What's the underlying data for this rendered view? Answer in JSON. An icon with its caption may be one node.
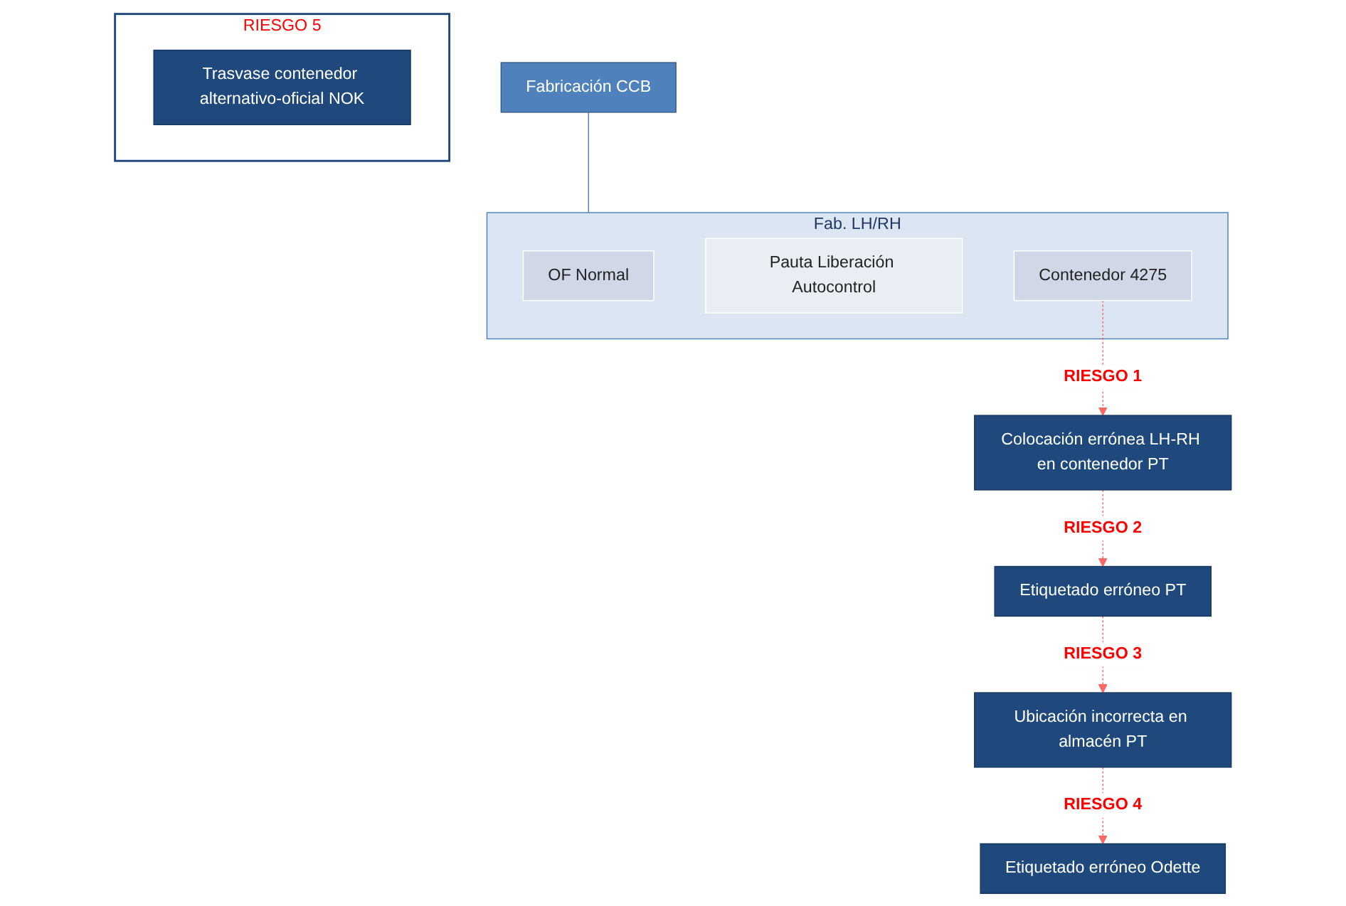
{
  "diagram": {
    "nodes": [
      {
        "text": [
          "Fabricación CCB"
        ]
      },
      {
        "text": [
          "Fab. LH/RH"
        ]
      },
      {
        "text": [
          "OF Normal"
        ],
        "in": 1
      },
      {
        "text": [
          "Pauta Liberación Autocontrol"
        ],
        "in": 1
      },
      {
        "text": [
          "Contenedor 4275"
        ],
        "in": 1
      },
      {
        "text": [
          "Colocación errónea LH-RH en contenedor PT"
        ]
      },
      {
        "text": [
          "Etiquetado erróneo PT"
        ]
      },
      {
        "text": [
          "Ubicación incorrecta en almacén PT"
        ]
      },
      {
        "text": [
          "Etiquetado erróneo Odette"
        ]
      },
      {
        "text": [
          "RIESGO 5"
        ]
      },
      {
        "text": [
          "Trasvase contenedor alternativo-oficial NOK"
        ],
        "in": 9
      }
    ],
    "edges": [
      {
        "from": 0,
        "to": 1,
        "arrow": "none",
        "color": "#4f81bd"
      },
      {
        "from": 4,
        "to": 5,
        "arrow": "to",
        "label": "RIESGO 1",
        "style": "dashed",
        "color": "#ff6666"
      },
      {
        "from": 5,
        "to": 6,
        "arrow": "to",
        "label": "RIESGO 2",
        "style": "dashed",
        "color": "#ff6666"
      },
      {
        "from": 6,
        "to": 7,
        "arrow": "to",
        "label": "RIESGO 3",
        "style": "dashed",
        "color": "#ff6666"
      },
      {
        "from": 7,
        "to": 8,
        "arrow": "to",
        "label": "RIESGO 4",
        "style": "dashed",
        "color": "#ff6666"
      }
    ]
  }
}
